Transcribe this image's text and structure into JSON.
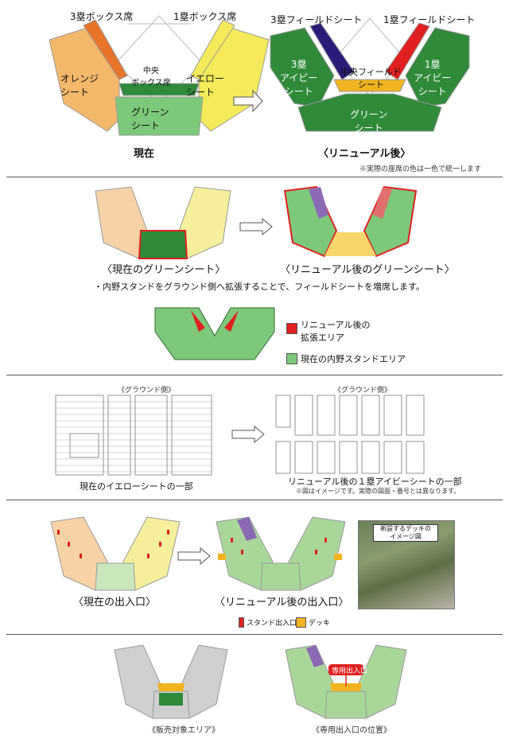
{
  "section1": {
    "current": {
      "box3": "3塁ボックス席",
      "box1": "1塁ボックス席",
      "orange": "オレンジ\nシート",
      "center_box": "中央\nボックス席",
      "yellow": "イエロー\nシート",
      "green": "グリーン\nシート",
      "caption": "現在"
    },
    "renewal": {
      "field3": "3塁フィールドシート",
      "field1": "1塁フィールドシート",
      "ivy3": "3塁\nアイビー\nシート",
      "center_field": "中央フィールド\nシート",
      "ivy1": "1塁\nアイビー\nシート",
      "green": "グリーン\nシート",
      "caption": "〈リニューアル後〉"
    },
    "note": "※実際の座席の色は一色で統一します"
  },
  "section2": {
    "caption_current": "〈現在のグリーンシート〉",
    "caption_renewal": "〈リニューアル後のグリーンシート〉",
    "description": "・内野スタンドをグラウンド側へ拡張することで、フィールドシートを増席します。",
    "legend_expand": "リニューアル後の\n拡張エリア",
    "legend_current": "現在の内野スタンドエリア",
    "colors": {
      "expand": "#e02020",
      "current": "#7cc37c"
    }
  },
  "section3": {
    "ground_left": "《グラウンド側》",
    "ground_right": "《グラウンド側》",
    "caption_current": "現在のイエローシートの一部",
    "caption_renewal": "リニューアル後の１塁アイビーシートの一部",
    "note": "※図はイメージです。実際の図面・番号とは異なります。"
  },
  "section4": {
    "caption_current": "〈現在の出入口〉",
    "caption_renewal": "〈リニューアル後の出入口〉",
    "photo_label": "新設するデッキの\nイメージ図",
    "legend_stand": "スタンド出入口",
    "legend_deck": "デッキ"
  },
  "section5": {
    "caption_left": "《販売対象エリア》",
    "caption_right": "《専用出入口の位置》",
    "exit_label": "専用出入口"
  },
  "colors": {
    "orange": "#f4b86a",
    "orange_dark": "#e8742a",
    "yellow": "#f4ea5a",
    "green": "#7dc87a",
    "green_dark": "#2f8a3a",
    "navy": "#2a1c7a",
    "red": "#e02020",
    "gold": "#f1b420",
    "gray": "#cfcfcf"
  }
}
